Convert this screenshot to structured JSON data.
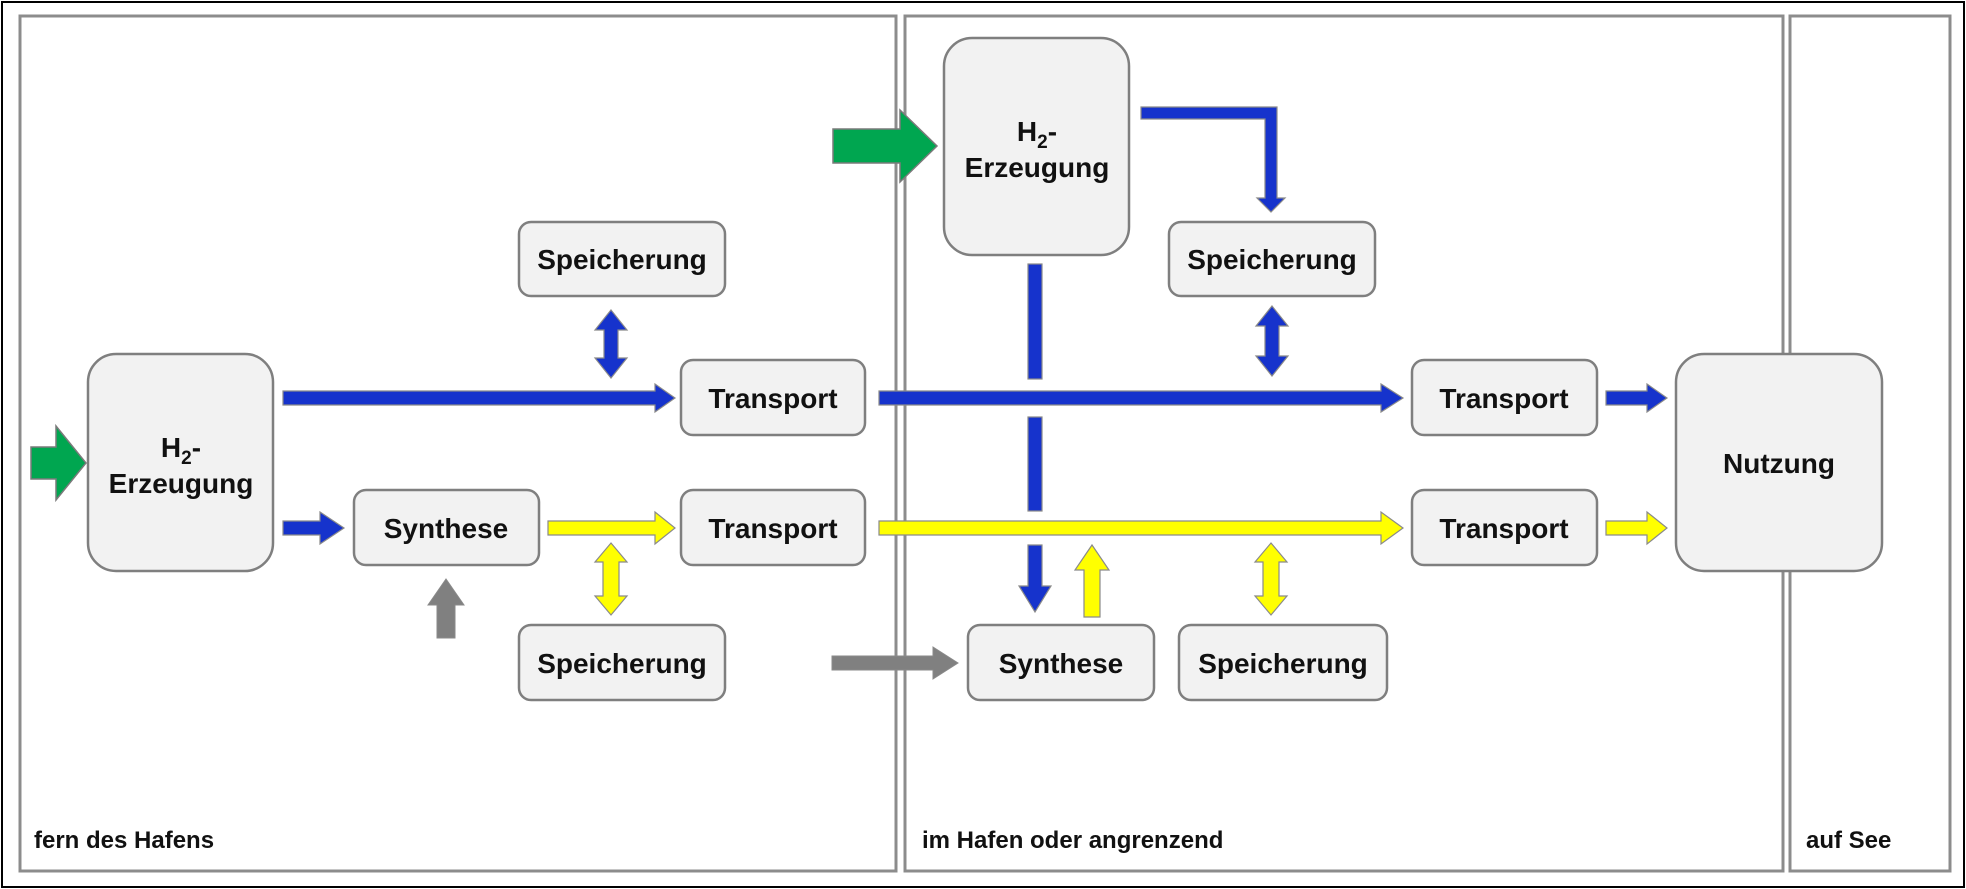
{
  "zones": {
    "far": "fern des Hafens",
    "port": "im Hafen oder angrenzend",
    "sea": "auf See"
  },
  "boxes": {
    "h2": {
      "main": "H",
      "sub": "2",
      "suffix": "-",
      "line2": "Erzeugung"
    },
    "storage": "Speicherung",
    "transport": "Transport",
    "synthesis": "Synthese",
    "usage": "Nutzung"
  },
  "colors": {
    "hydrogen_flow": "#1633cc",
    "derivative_flow": "#ffff00",
    "energy_input": "#00a650",
    "feedstock_input": "#808080",
    "box_fill": "#f2f2f2",
    "box_stroke": "#7f7f7f",
    "zone_stroke": "#8c8c8c"
  }
}
